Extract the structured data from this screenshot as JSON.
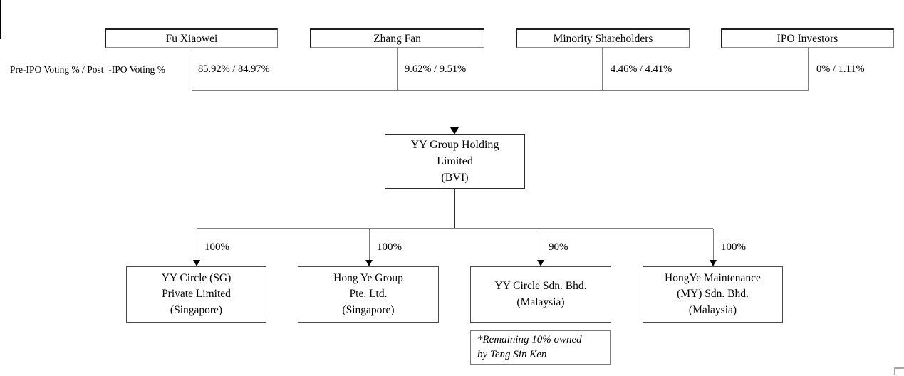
{
  "diagram": {
    "axis_label": "Pre-IPO Voting % / Post  -IPO Voting %",
    "shareholders": [
      {
        "name": "Fu Xiaowei",
        "voting": "85.92% / 84.97%"
      },
      {
        "name": "Zhang Fan",
        "voting": "9.62% / 9.51%"
      },
      {
        "name": "Minority Shareholders",
        "voting": "4.46% / 4.41%"
      },
      {
        "name": "IPO Investors",
        "voting": "0% / 1.11%"
      }
    ],
    "holding": {
      "lines": [
        "YY Group Holding",
        "Limited",
        "(BVI)"
      ]
    },
    "subsidiaries": [
      {
        "ownership": "100%",
        "lines": [
          "YY Circle (SG)",
          "Private Limited",
          "(Singapore)"
        ]
      },
      {
        "ownership": "100%",
        "lines": [
          "Hong Ye Group",
          "Pte. Ltd.",
          "(Singapore)"
        ]
      },
      {
        "ownership": "90%",
        "lines": [
          "YY Circle Sdn. Bhd.",
          "(Malaysia)"
        ]
      },
      {
        "ownership": "100%",
        "lines": [
          "HongYe Maintenance",
          "(MY) Sdn. Bhd.",
          "(Malaysia)"
        ]
      }
    ],
    "footnote": {
      "lines": [
        "*Remaining 10% owned",
        "by Teng Sin Ken"
      ]
    },
    "colors": {
      "line": "#808080",
      "arrow": "#000000",
      "border": "#2b2b2b",
      "background": "#ffffff"
    }
  }
}
